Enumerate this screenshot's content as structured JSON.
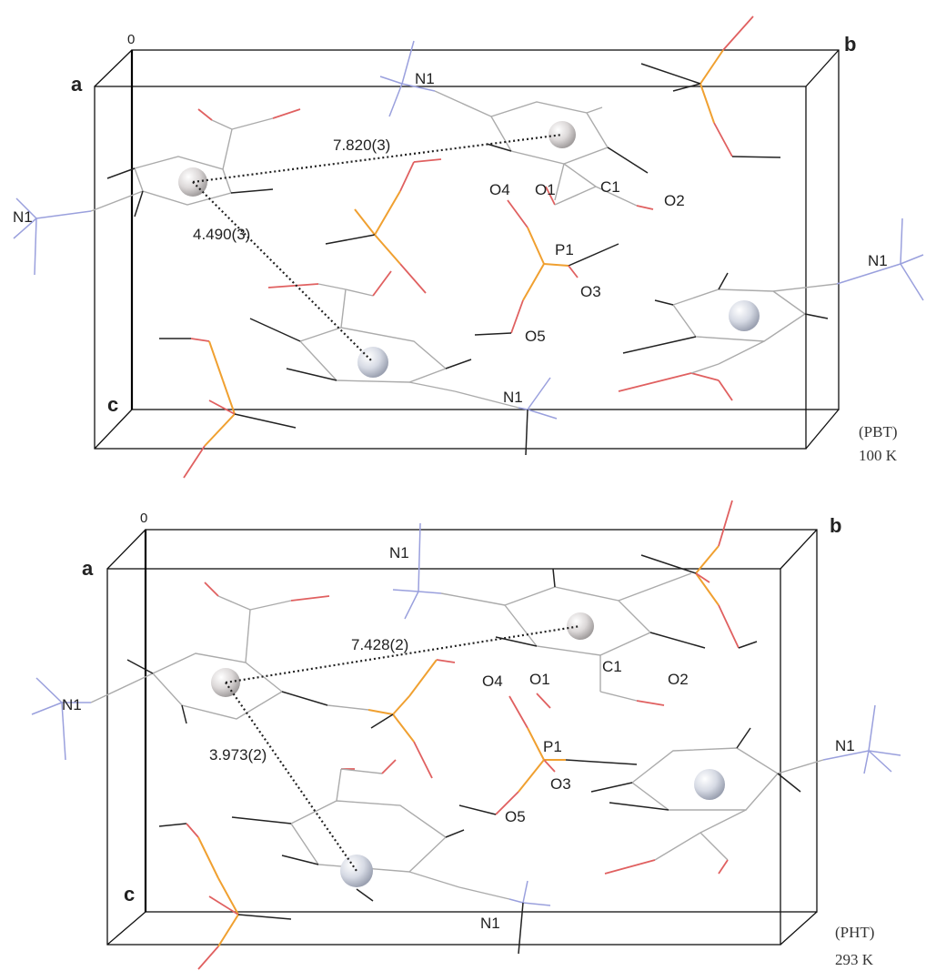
{
  "panels": [
    {
      "id": "top",
      "axes": {
        "origin": "0",
        "a": "a",
        "b": "b",
        "c": "c"
      },
      "atoms": {
        "N1": "N1",
        "O1": "O1",
        "O2": "O2",
        "O3": "O3",
        "O4": "O4",
        "O5": "O5",
        "C1": "C1",
        "P1": "P1"
      },
      "distances": {
        "long": "7.820(3)",
        "short": "4.490(3)"
      },
      "phase": "(PBT)",
      "temperature": "100 K"
    },
    {
      "id": "bottom",
      "axes": {
        "origin": "0",
        "a": "a",
        "b": "b",
        "c": "c"
      },
      "atoms": {
        "N1": "N1",
        "O1": "O1",
        "O2": "O2",
        "O3": "O3",
        "O4": "O4",
        "O5": "O5",
        "C1": "C1",
        "P1": "P1"
      },
      "distances": {
        "long": "7.428(2)",
        "short": "3.973(2)"
      },
      "phase": "(PHT)",
      "temperature": "293 K"
    }
  ],
  "colors": {
    "oxygen": "#e06060",
    "phosphorus": "#f0a030",
    "nitrogen": "#9aa0dd",
    "carbon": "#ababab",
    "hydrogen": "#222222"
  }
}
